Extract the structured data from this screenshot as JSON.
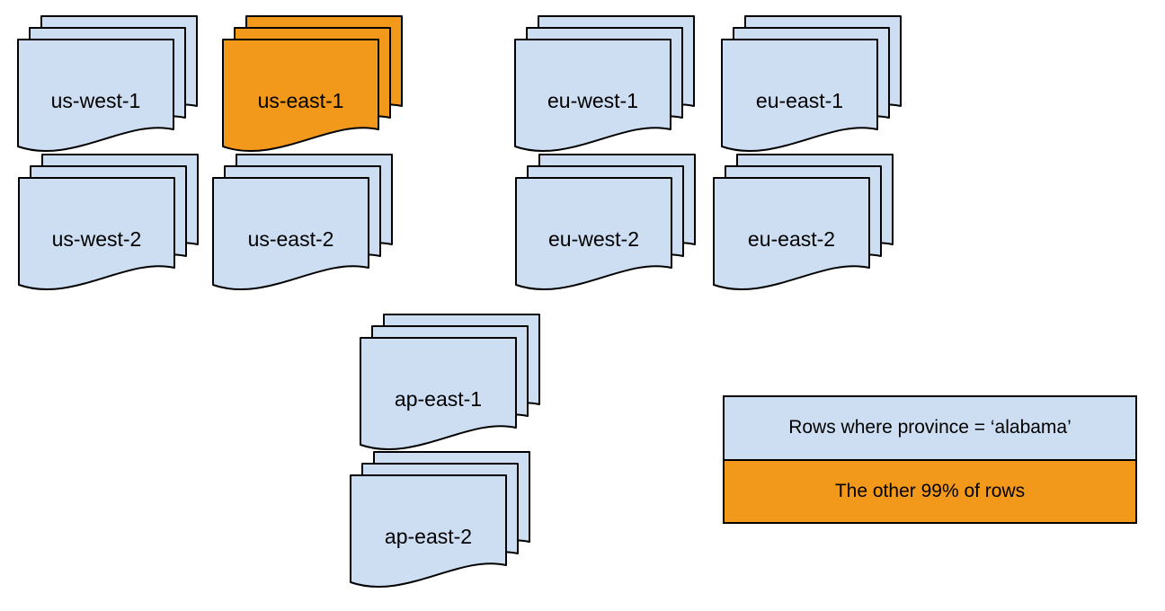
{
  "diagram": {
    "description_colors": {
      "document_fill": "#cddef2",
      "highlight_fill": "#f2981b",
      "outline": "#000000"
    },
    "stacks": [
      {
        "label": "us-west-1",
        "fill": "#cddef2"
      },
      {
        "label": "us-east-1",
        "fill": "#f2981b"
      },
      {
        "label": "eu-west-1",
        "fill": "#cddef2"
      },
      {
        "label": "eu-east-1",
        "fill": "#cddef2"
      },
      {
        "label": "us-west-2",
        "fill": "#cddef2"
      },
      {
        "label": "us-east-2",
        "fill": "#cddef2"
      },
      {
        "label": "eu-west-2",
        "fill": "#cddef2"
      },
      {
        "label": "eu-east-2",
        "fill": "#cddef2"
      },
      {
        "label": "ap-east-1",
        "fill": "#cddef2"
      },
      {
        "label": "ap-east-2",
        "fill": "#cddef2"
      }
    ],
    "legend": {
      "rows": [
        {
          "label": "Rows where province = ‘alabama’",
          "fill": "#cddef2"
        },
        {
          "label": "The other 99% of rows",
          "fill": "#f2981b"
        }
      ]
    }
  }
}
